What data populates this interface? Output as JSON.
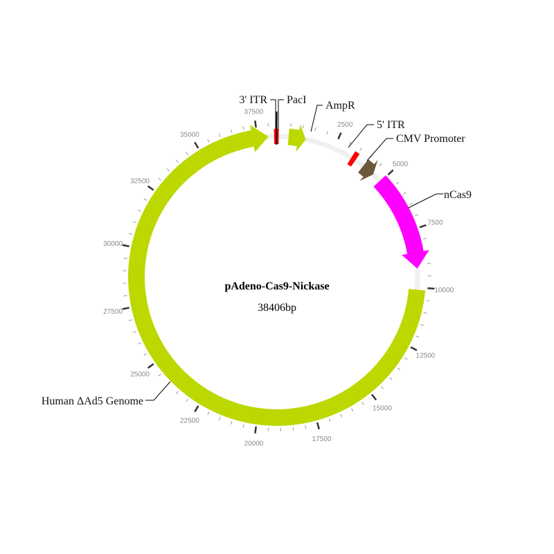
{
  "plasmid": {
    "name": "pAdeno-Cas9-Nickase",
    "length_label": "38406bp",
    "length_bp": 38406,
    "backbone_color": "#f0f0f0"
  },
  "features": [
    {
      "id": "human-ad5-genome",
      "label": "Human ΔAd5 Genome",
      "start": 10100,
      "end": 37980,
      "color": "#bcd800",
      "arrow": true
    },
    {
      "id": "ampr",
      "label": "AmpR",
      "start": 450,
      "end": 1210,
      "color": "#bcd800",
      "arrow": true
    },
    {
      "id": "ncas9",
      "label": "nCas9",
      "start": 4950,
      "end": 9180,
      "color": "#ff00ff",
      "arrow": true
    },
    {
      "id": "cmv-promoter",
      "label": "CMV Promoter",
      "start": 3980,
      "end": 4550,
      "color": "#6b5a3a",
      "arrow": true
    },
    {
      "id": "three-itr",
      "label": "3' ITR",
      "start": 38250,
      "end": 38406,
      "color": "#ff0000",
      "arrow": false
    },
    {
      "id": "five-itr",
      "label": "5' ITR",
      "start": 3350,
      "end": 3560,
      "color": "#ff0000",
      "arrow": false
    },
    {
      "id": "paci",
      "label": "PacI",
      "start": 38395,
      "end": 38406,
      "color": "#111111",
      "arrow": false
    }
  ],
  "tick_labels": [
    "2500",
    "5000",
    "7500",
    "10000",
    "12500",
    "15000",
    "17500",
    "20000",
    "22500",
    "25000",
    "27500",
    "30000",
    "32500",
    "35000",
    "37500"
  ],
  "tick_values": [
    2500,
    5000,
    7500,
    10000,
    12500,
    15000,
    17500,
    20000,
    22500,
    25000,
    27500,
    30000,
    32500,
    35000,
    37500
  ]
}
